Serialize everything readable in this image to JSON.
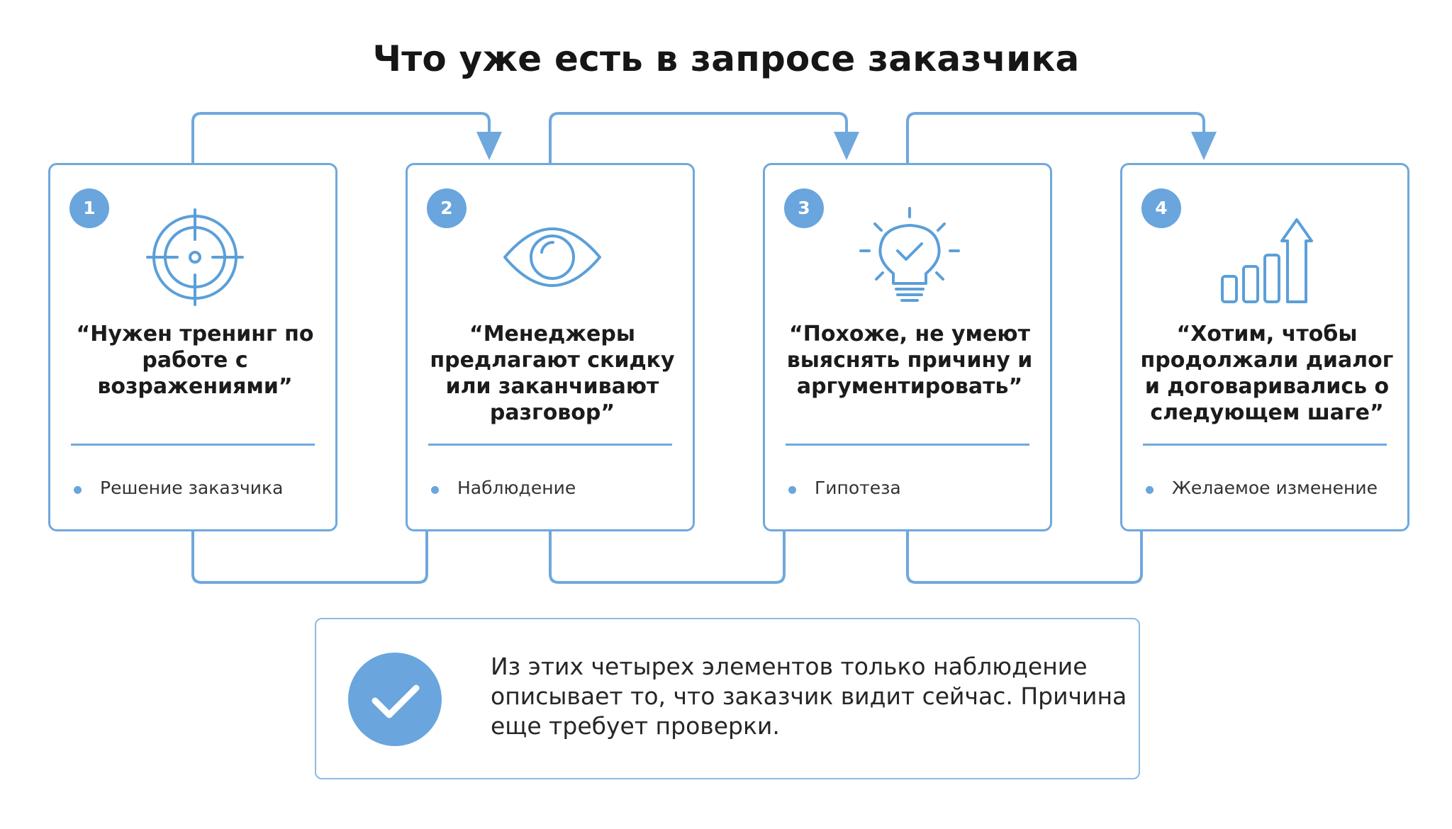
{
  "title": "Что уже есть в запросе заказчика",
  "colors": {
    "accent": "#6aa5dd",
    "border": "#6fa8dc",
    "text": "#1b1b1b"
  },
  "cards": [
    {
      "number": "1",
      "icon": "target-icon",
      "quote": "“Нужен тренинг по работе с возражениями”",
      "tag": "Решение заказчика"
    },
    {
      "number": "2",
      "icon": "eye-icon",
      "quote": "“Менеджеры предлагают скидку или заканчивают разговор”",
      "tag": "Наблюдение"
    },
    {
      "number": "3",
      "icon": "lightbulb-check-icon",
      "quote": "“Похоже, не умеют выяснять причину и аргументировать”",
      "tag": "Гипотеза"
    },
    {
      "number": "4",
      "icon": "growth-chart-arrow-icon",
      "quote": "“Хотим, чтобы продолжали диалог и договаривались о следующем шаге”",
      "tag": "Желаемое изменение"
    }
  ],
  "summary": {
    "icon": "check-circle-icon",
    "text": "Из этих четырех элементов только наблюдение описывает то, что заказчик видит сейчас. Причина еще требует проверки."
  }
}
